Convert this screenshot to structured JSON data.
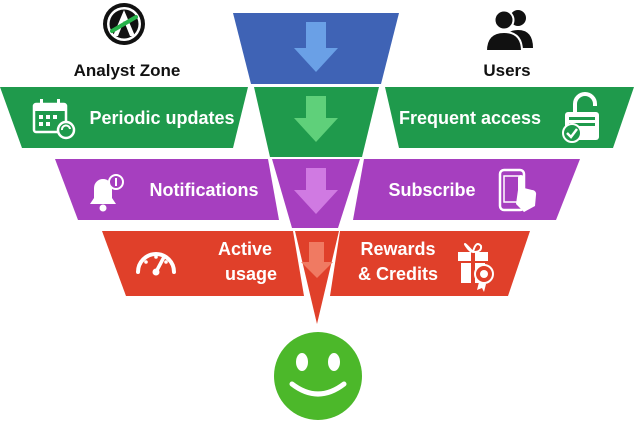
{
  "header": {
    "left_title": "Analyst Zone",
    "right_title": "Users"
  },
  "rows": [
    {
      "left": "Periodic updates",
      "right": "Frequent access"
    },
    {
      "left": "Notifications",
      "right": "Subscribe"
    },
    {
      "left_line1": "Active",
      "left_line2": "usage",
      "right_line1": "Rewards",
      "right_line2": "& Credits"
    }
  ],
  "colors": {
    "blue": "#3f63b5",
    "blue_arrow": "#6aa0e6",
    "green": "#1f9a4c",
    "green_arrow": "#5fd07a",
    "purple": "#a63fbf",
    "purple_arrow": "#d07ae2",
    "red": "#e0402a",
    "red_arrow": "#f07a62",
    "smiley": "#4cb82a"
  },
  "icons": {
    "logo": "analyst-zone-logo",
    "users": "users-icon",
    "calendar": "calendar-refresh-icon",
    "lock": "unlock-check-icon",
    "bell": "bell-notification-icon",
    "tap": "phone-tap-icon",
    "gauge": "speedometer-icon",
    "gift": "gift-badge-icon",
    "smiley": "smiley-face-icon"
  }
}
